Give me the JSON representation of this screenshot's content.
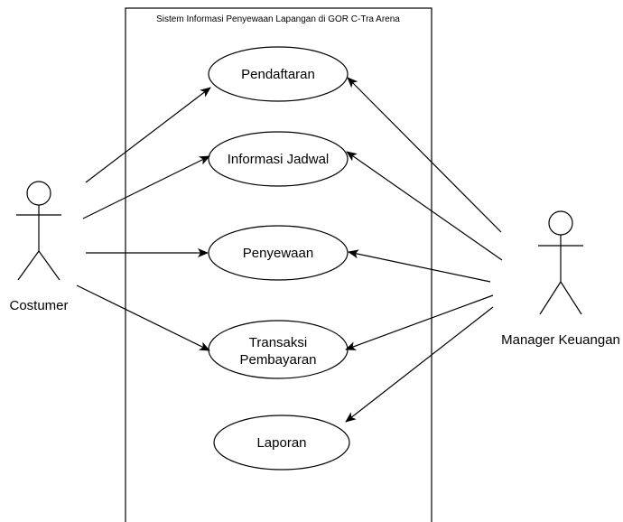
{
  "system": {
    "title": "Sistem Informasi Penyewaan Lapangan di GOR C-Tra Arena"
  },
  "actors": {
    "customer": "Costumer",
    "manager": "Manager Keuangan"
  },
  "use_cases": {
    "registration": "Pendaftaran",
    "schedule": "Informasi Jadwal",
    "rental": "Penyewaan",
    "payment_line1": "Transaksi",
    "payment_line2": "Pembayaran",
    "report": "Laporan"
  }
}
